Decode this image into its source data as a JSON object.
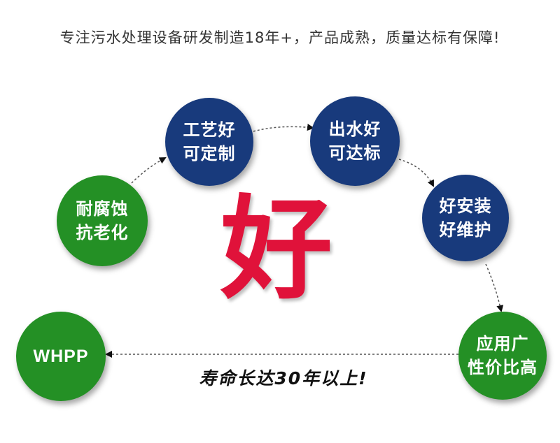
{
  "headline": "专注污水处理设备研发制造18年+，产品成熟，质量达标有保障!",
  "center_char": "好",
  "tagline": "寿命长达30年以上!",
  "colors": {
    "blue": "#183a7c",
    "green": "#249025",
    "accent": "#e0123a"
  },
  "circles": [
    {
      "line1": "工艺好",
      "line2": "可定制"
    },
    {
      "line1": "出水好",
      "line2": "可达标"
    },
    {
      "line1": "好安装",
      "line2": "好维护"
    },
    {
      "line1": "应用广",
      "line2": "性价比高"
    },
    {
      "line1": "耐腐蚀",
      "line2": "抗老化"
    },
    {
      "line1": "WHPP"
    }
  ]
}
